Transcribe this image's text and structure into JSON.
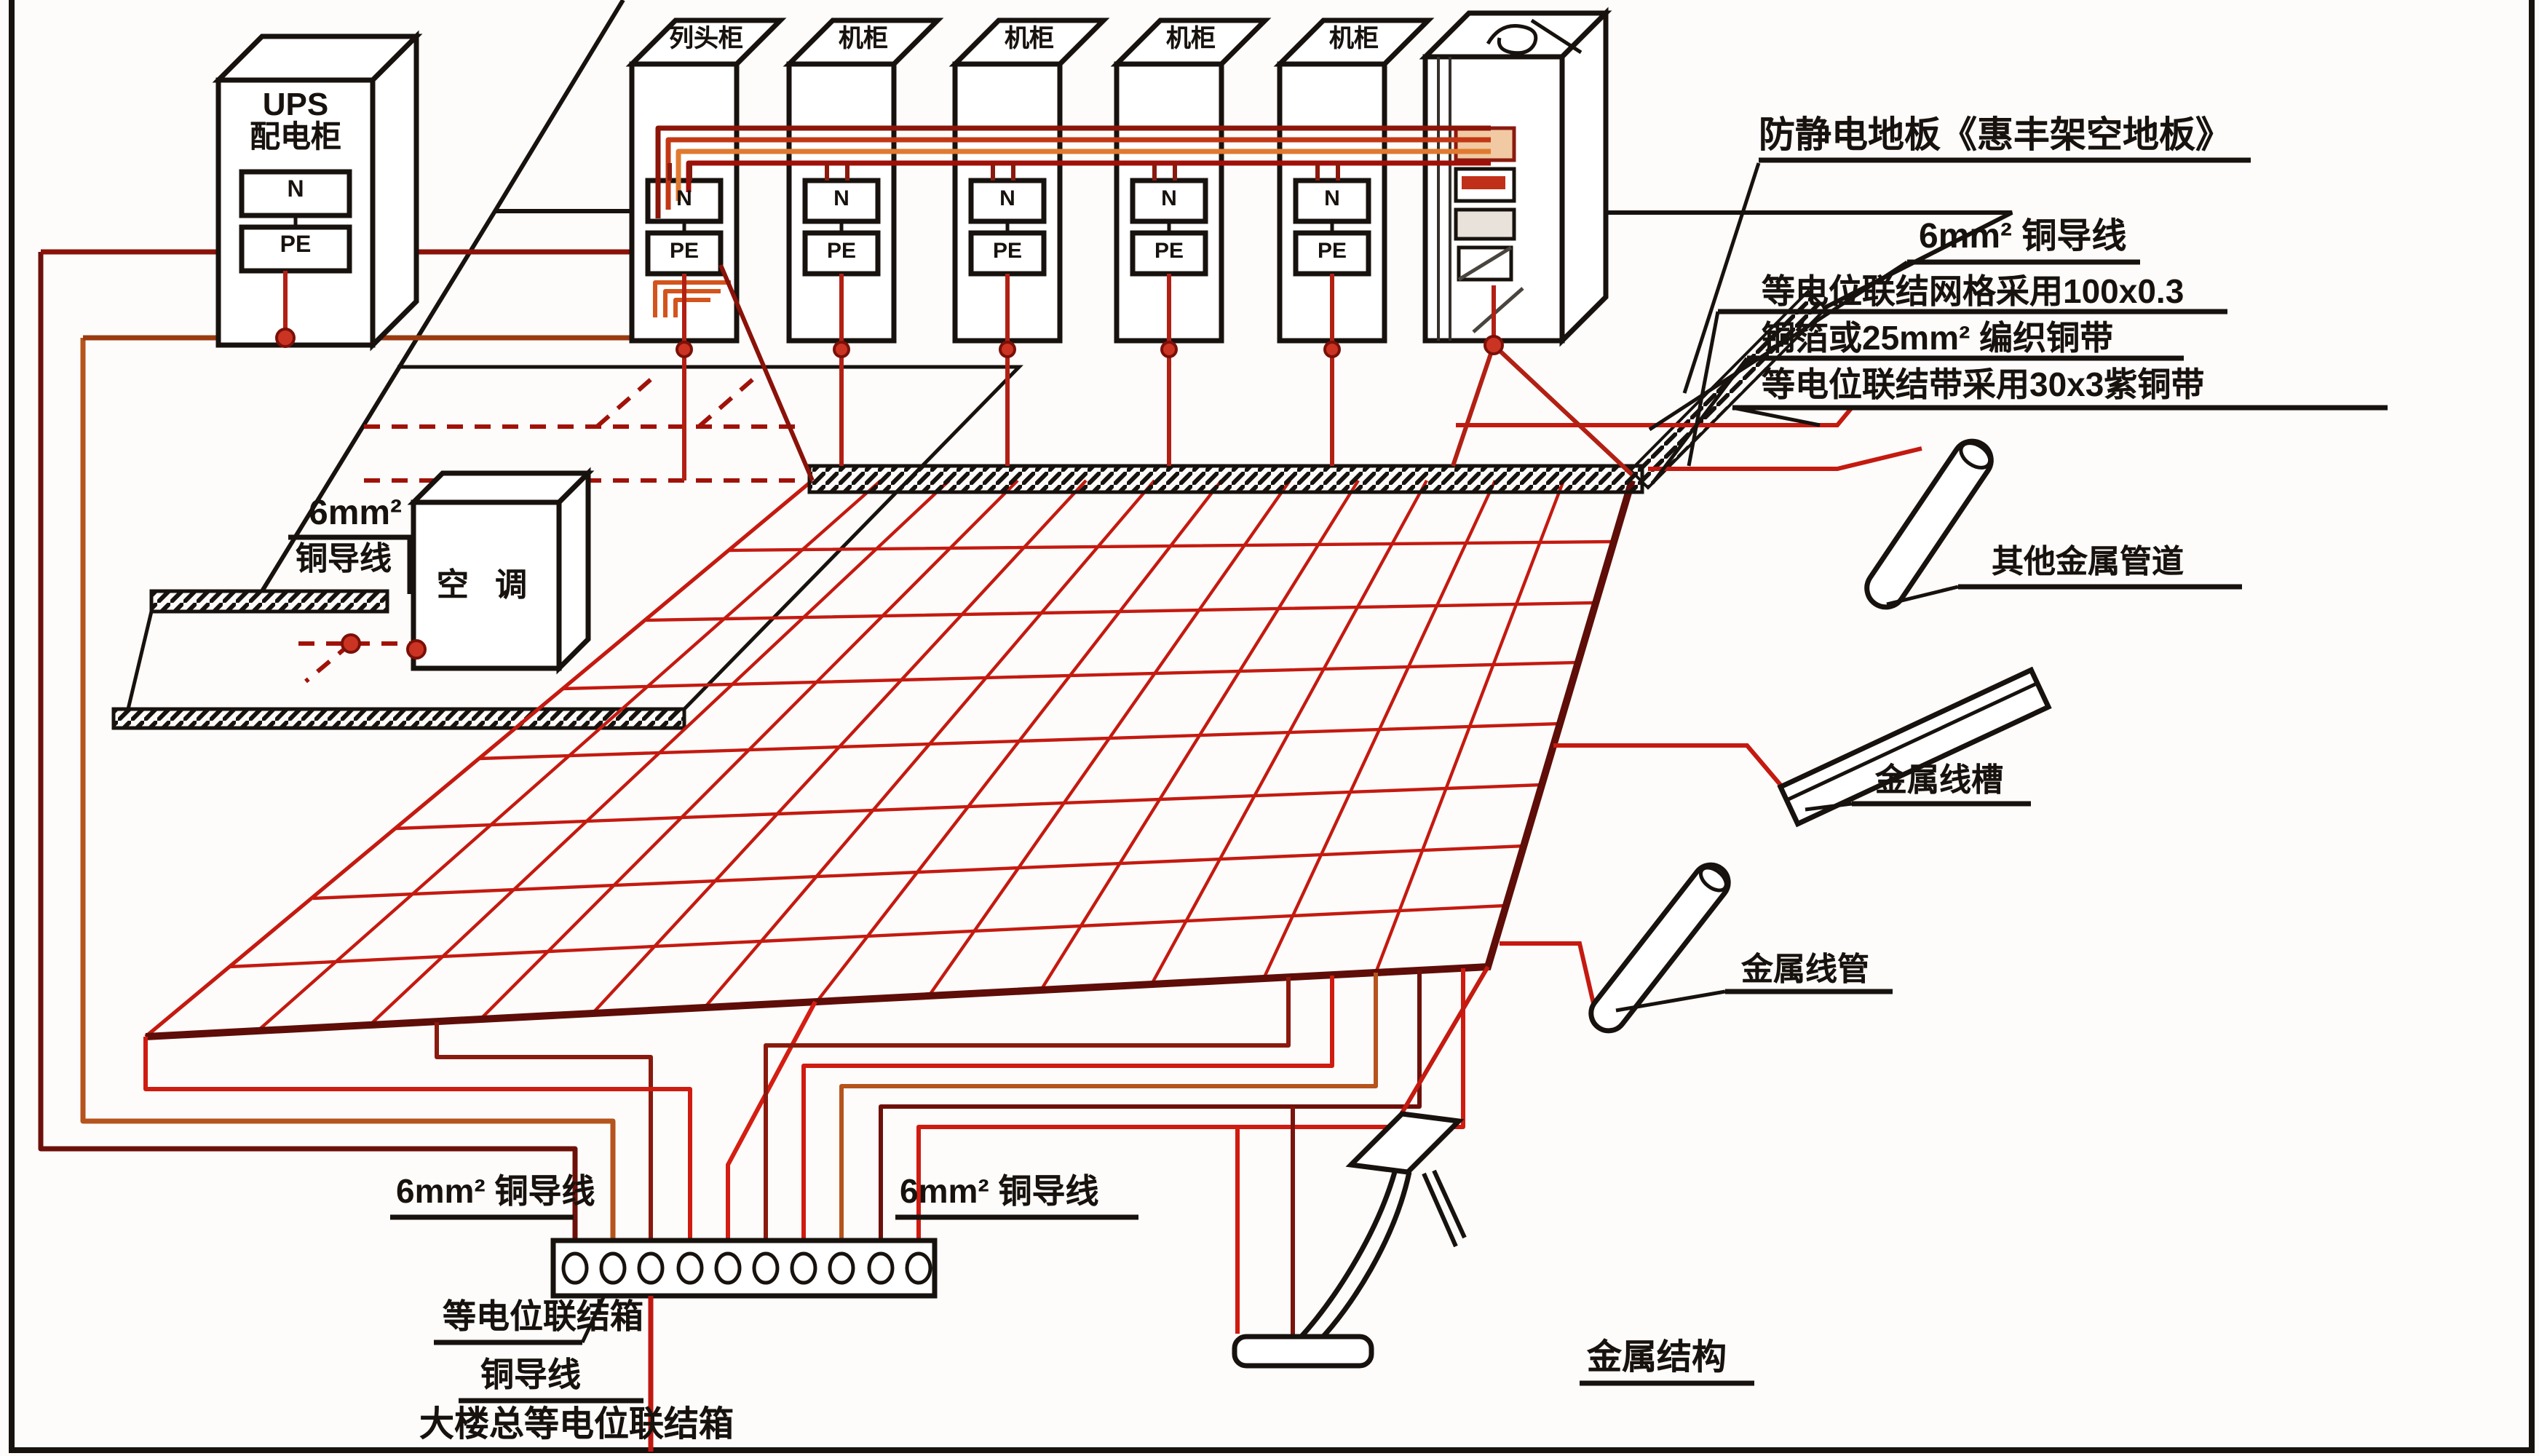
{
  "diagram": {
    "title_note": "防静电地板《惠丰架空地板》",
    "ups_cabinet": {
      "line1": "UPS",
      "line2": "配电柜"
    },
    "n_label": "N",
    "pe_label": "PE",
    "cabinets": [
      {
        "label": "列头柜"
      },
      {
        "label": "机柜"
      },
      {
        "label": "机柜"
      },
      {
        "label": "机柜"
      },
      {
        "label": "机柜"
      }
    ],
    "ac_unit": {
      "label": "空 调"
    },
    "left_wire": {
      "line1": "6mm²",
      "line2": "铜导线"
    },
    "right_notes": {
      "wire6": "6mm² 铜导线",
      "grid_spec_line1": "等电位联结网格采用100x0.3",
      "grid_spec_line2": "铜箔或25mm² 编织铜带",
      "band_spec": "等电位联结带采用30x3紫铜带"
    },
    "metal_objects": {
      "pipe": "其他金属管道",
      "trough": "金属线槽",
      "conduit": "金属线管",
      "structure": "金属结构"
    },
    "bottom": {
      "wire6_left": "6mm² 铜导线",
      "wire6_right": "6mm² 铜导线",
      "bonding_box": "等电位联结箱",
      "copper_wire": "铜导线",
      "main_bonding_box": "大楼总等电位联结箱"
    },
    "colors": {
      "line_black": "#17120e",
      "wire_bright_red": "#c41a10",
      "wire_dark_red": "#6e100a",
      "wire_orange": "#c9661f"
    }
  }
}
